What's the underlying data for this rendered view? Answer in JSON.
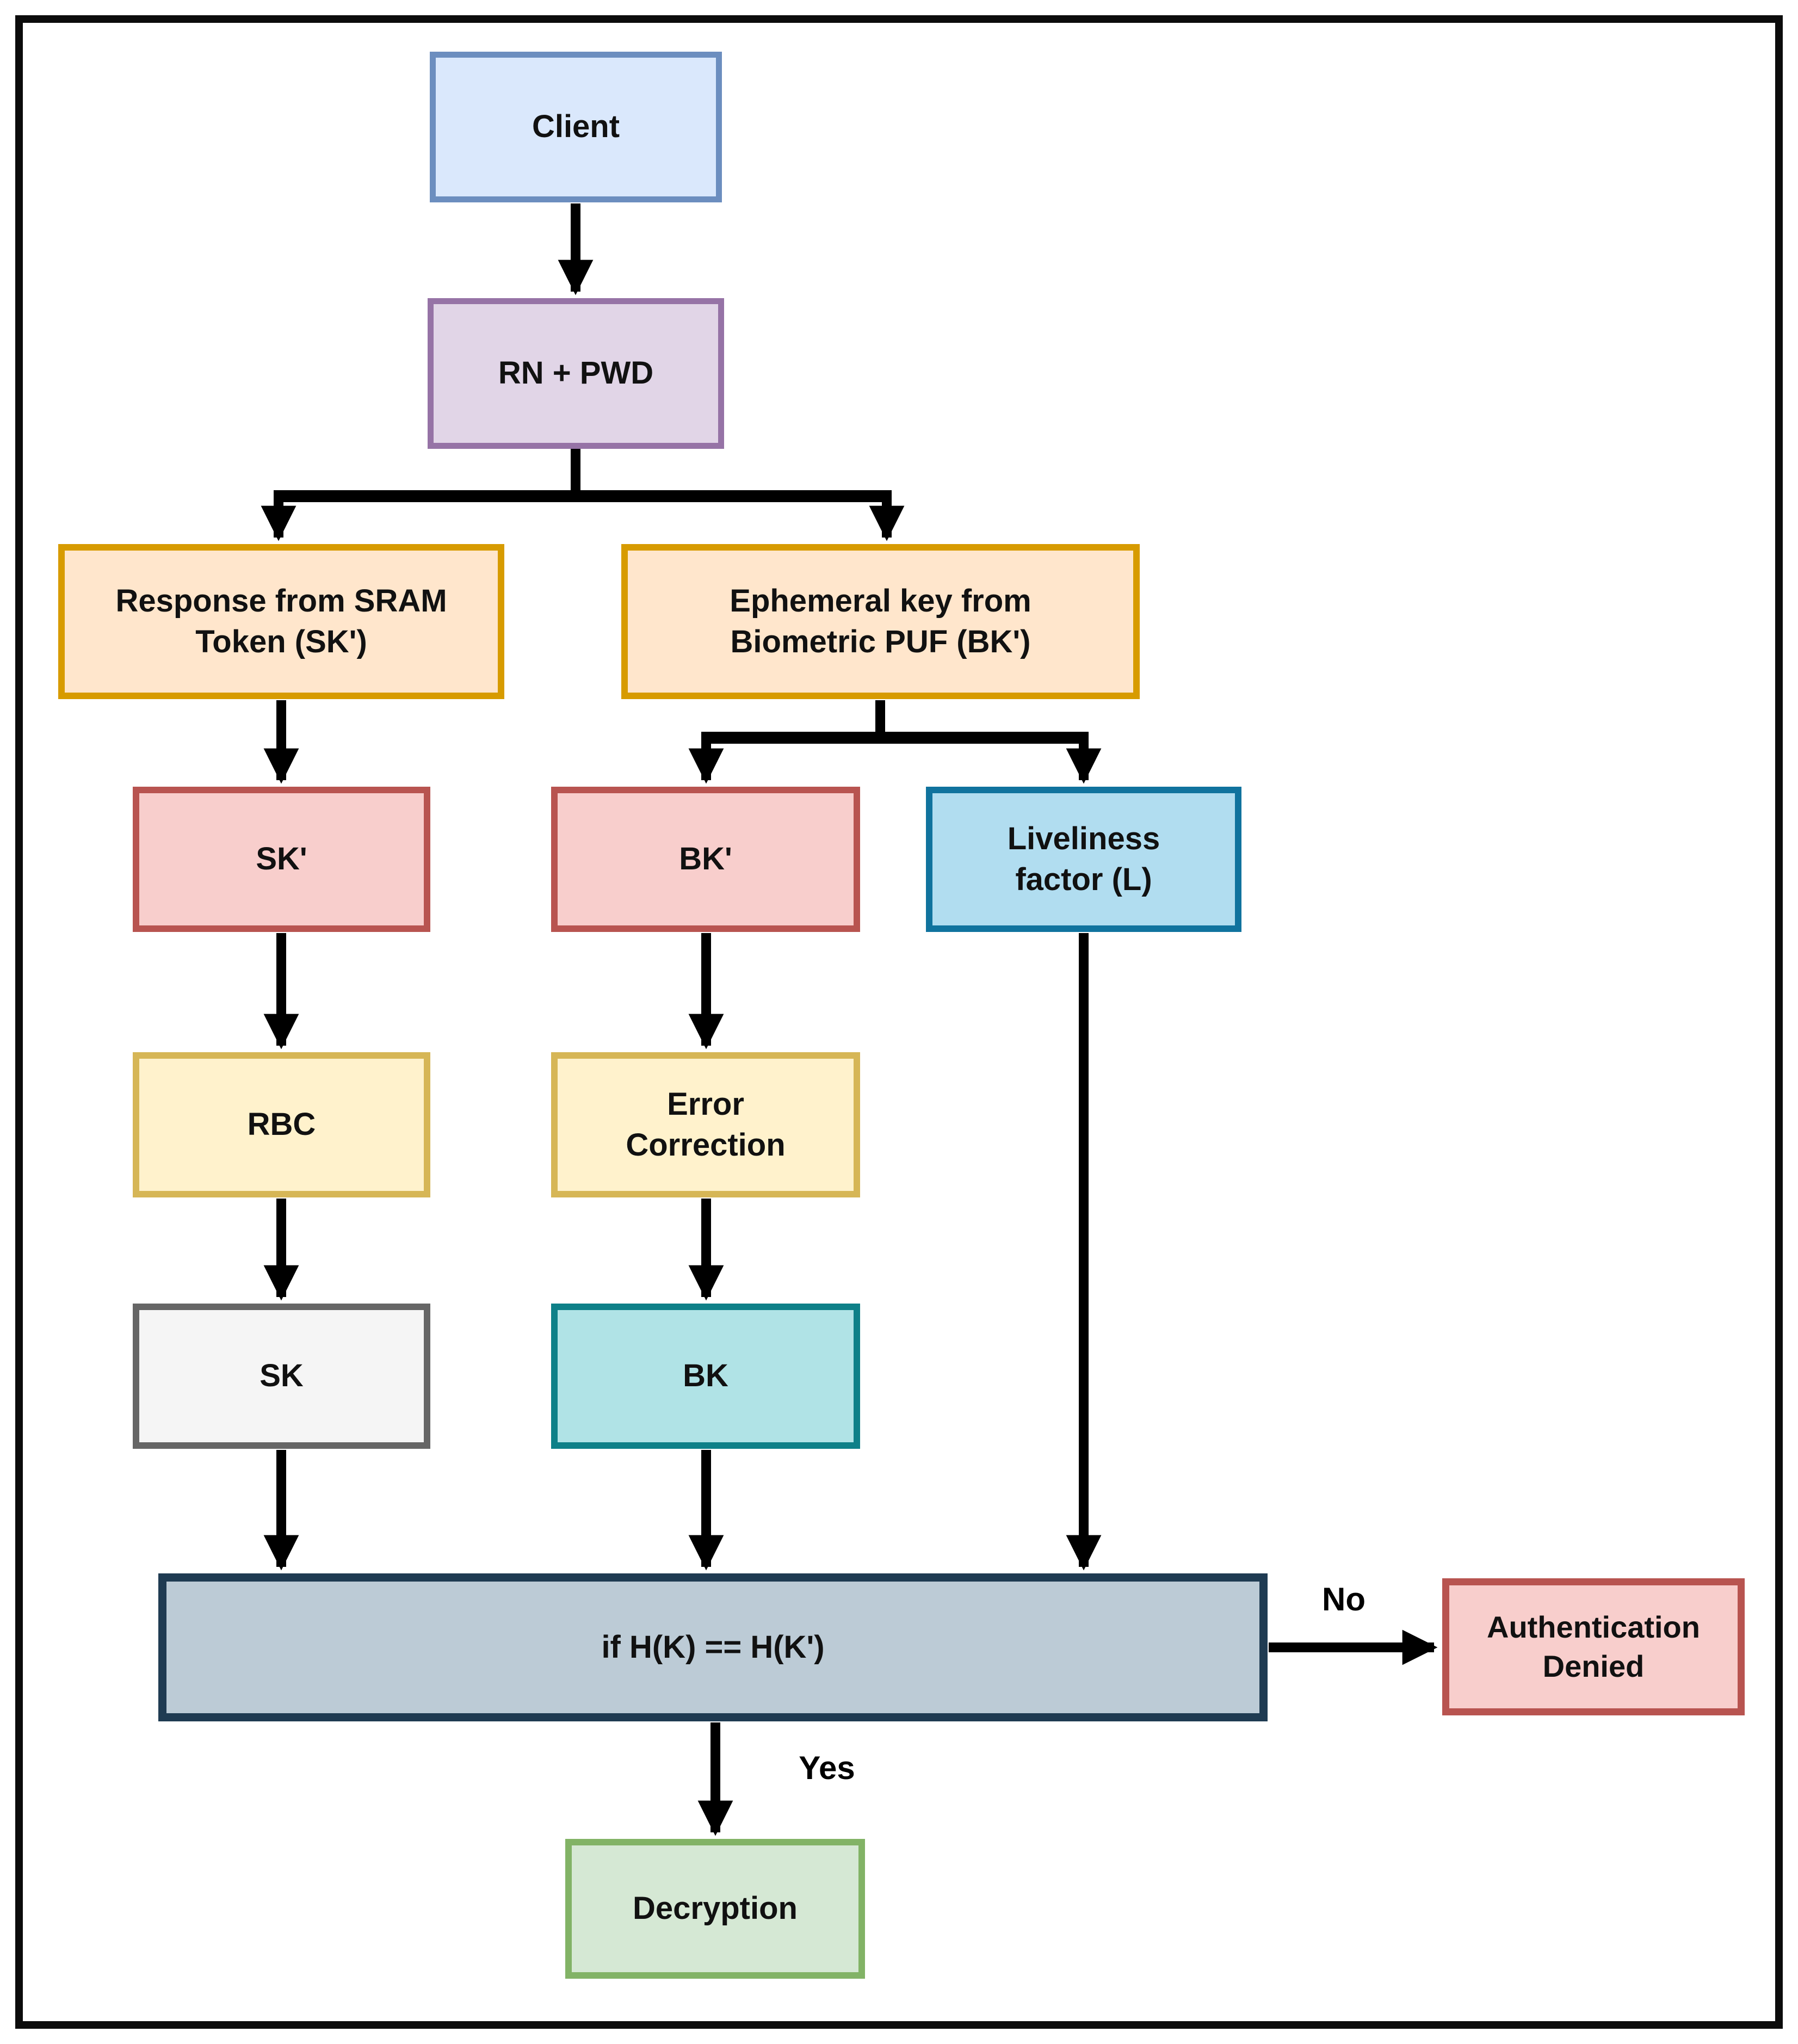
{
  "diagram": {
    "kind": "flowchart",
    "nodes": {
      "client": {
        "label": "Client",
        "fill": "#dae8fc",
        "border": "#6c8ebf"
      },
      "rn_pwd": {
        "label": "RN + PWD",
        "fill": "#e1d5e7",
        "border": "#9673a6"
      },
      "sram_response": {
        "label": "Response from SRAM Token (SK')",
        "fill": "#ffe6cc",
        "border": "#d79b00"
      },
      "ephemeral_key": {
        "label": "Ephemeral key from Biometric PUF (BK')",
        "fill": "#ffe6cc",
        "border": "#d79b00"
      },
      "sk_prime": {
        "label": "SK'",
        "fill": "#f8cecc",
        "border": "#b85450"
      },
      "bk_prime": {
        "label": "BK'",
        "fill": "#f8cecc",
        "border": "#b85450"
      },
      "liveliness": {
        "label": "Liveliness factor (L)",
        "fill": "#b1ddf0",
        "border": "#10739e"
      },
      "rbc": {
        "label": "RBC",
        "fill": "#fff2cc",
        "border": "#d6b656"
      },
      "error_correction": {
        "label": "Error Correction",
        "fill": "#fff2cc",
        "border": "#d6b656"
      },
      "sk": {
        "label": "SK",
        "fill": "#f5f5f5",
        "border": "#666666"
      },
      "bk": {
        "label": "BK",
        "fill": "#b0e3e6",
        "border": "#0e8088"
      },
      "decision": {
        "label": "if H(K) == H(K')",
        "fill": "#bccbd6",
        "border": "#1f3b52"
      },
      "auth_denied": {
        "label": "Authentication Denied",
        "fill": "#f8cecc",
        "border": "#b85450"
      },
      "decryption": {
        "label": "Decryption",
        "fill": "#d5e8d4",
        "border": "#82b366"
      }
    },
    "edges": {
      "no_label": "No",
      "yes_label": "Yes"
    },
    "connector_color": "#000000",
    "frame_color": "#0c0c0c"
  }
}
